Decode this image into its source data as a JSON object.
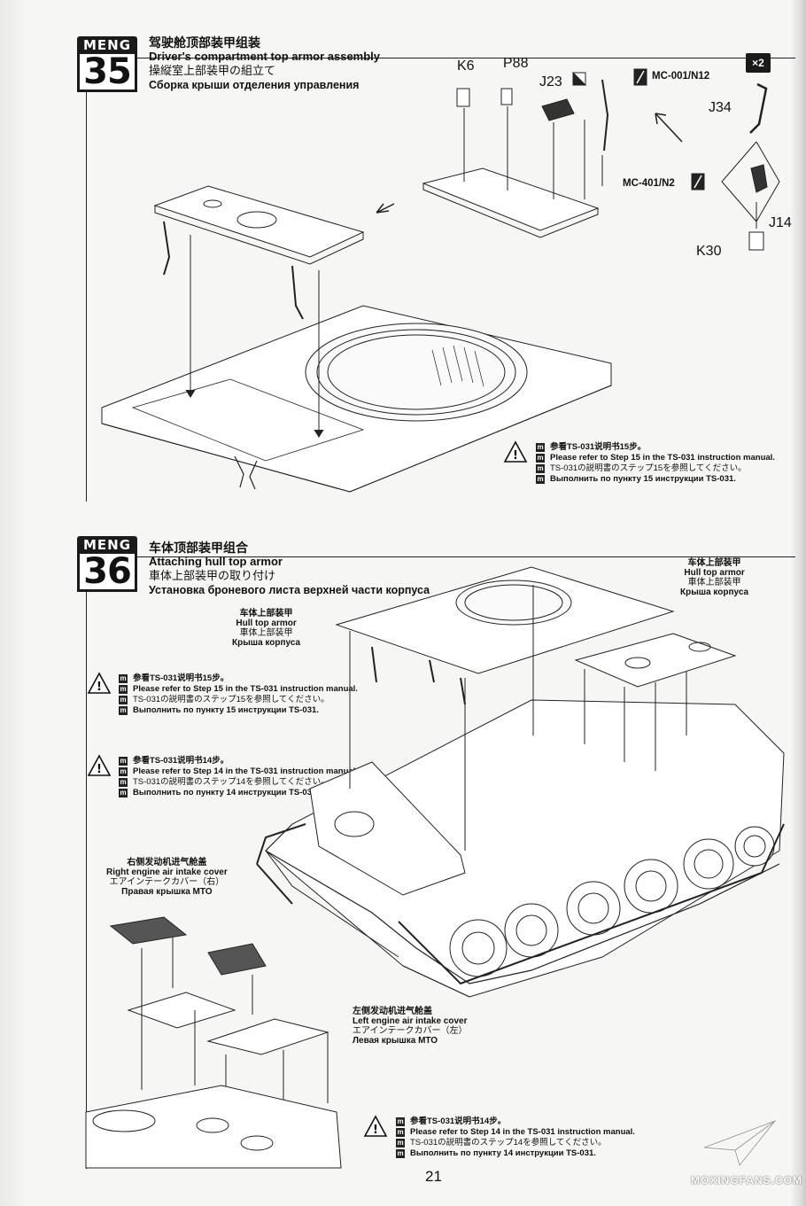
{
  "brand": "MENG",
  "step35": {
    "number": "35",
    "title_cn": "驾驶舱顶部装甲组装",
    "title_en": "Driver's compartment top armor assembly",
    "title_jp": "操縦室上部装甲の組立て",
    "title_ru": "Сборка крыши отделения управления",
    "parts": [
      "K6",
      "P88",
      "J23",
      "J34",
      "J14",
      "K30"
    ],
    "tool1": "MC-001/N12",
    "tool2": "MC-401/N2",
    "multiplier": "×2",
    "note": {
      "cn": "参看TS-031说明书15步。",
      "en": "Please refer to Step 15 in the TS-031 instruction manual.",
      "jp": "TS-031の説明書のステップ15を参照してください。",
      "ru": "Выполнить по пункту 15 инструкции TS-031."
    }
  },
  "step36": {
    "number": "36",
    "title_cn": "车体顶部装甲组合",
    "title_en": "Attaching hull top armor",
    "title_jp": "車体上部装甲の取り付け",
    "title_ru": "Установка броневого листа верхней части корпуса",
    "hull_top_left": {
      "cn": "车体上部装甲",
      "en": "Hull top armor",
      "jp": "車体上部装甲",
      "ru": "Крыша корпуса"
    },
    "hull_top_right": {
      "cn": "车体上部装甲",
      "en": "Hull top armor",
      "jp": "車体上部装甲",
      "ru": "Крыша корпуса"
    },
    "right_cover": {
      "cn": "右侧发动机进气舱盖",
      "en": "Right engine air intake cover",
      "jp": "エアインテークカバー（右）",
      "ru": "Правая крышка МТО"
    },
    "left_cover": {
      "cn": "左侧发动机进气舱盖",
      "en": "Left engine air intake cover",
      "jp": "エアインテークカバー（左）",
      "ru": "Левая крышка МТО"
    },
    "note15": {
      "cn": "参看TS-031说明书15步。",
      "en": "Please refer to Step 15 in the TS-031 instruction manual.",
      "jp": "TS-031の説明書のステップ15を参照してください。",
      "ru": "Выполнить по пункту 15 инструкции TS-031."
    },
    "note14a": {
      "cn": "参看TS-031说明书14步。",
      "en": "Please refer to Step 14 in the TS-031 instruction manual.",
      "jp": "TS-031の説明書のステップ14を参照してください。",
      "ru": "Выполнить по пункту 14 инструкции TS-031."
    },
    "note14b": {
      "cn": "参看TS-031说明书14步。",
      "en": "Please refer to Step 14 in the TS-031 instruction manual.",
      "jp": "TS-031の説明書のステップ14を参照してください。",
      "ru": "Выполнить по пункту 14 инструкции TS-031."
    }
  },
  "page_number": "21",
  "watermark": "MOXINGFANS.COM"
}
